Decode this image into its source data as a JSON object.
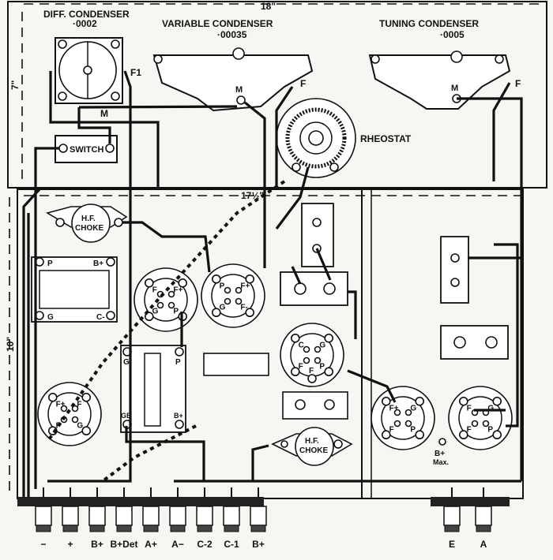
{
  "dimensions": {
    "panel_width": "18\"",
    "panel_height": "7\"",
    "baseboard_width": "17½\"",
    "baseboard_depth": "10\""
  },
  "components": {
    "diff_condenser": {
      "title": "DIFF. CONDENSER",
      "value": "·0002",
      "pin_f": "F1",
      "pin_m": "M"
    },
    "variable_condenser": {
      "title": "VARIABLE CONDENSER",
      "value": "·00035",
      "pin_m": "M",
      "pin_f": "F"
    },
    "tuning_condenser": {
      "title": "TUNING CONDENSER",
      "value": "·0005",
      "pin_m": "M",
      "pin_f": "F"
    },
    "switch": {
      "label": "SWITCH"
    },
    "rheostat": {
      "label": "RHEOSTAT"
    },
    "hf_choke_1": {
      "line1": "H.F.",
      "line2": "CHOKE"
    },
    "hf_choke_2": {
      "line1": "H.F.",
      "line2": "CHOKE"
    },
    "transformer_1": {
      "p": "P",
      "bplus": "B+",
      "g": "G",
      "cminus": "C-"
    },
    "transformer_2": {
      "g": "G",
      "p": "P",
      "gb": "GB",
      "bplus": "B+"
    },
    "valve_holders": [
      {
        "pins": [
          "F+",
          "F",
          "P",
          "G"
        ]
      },
      {
        "pins": [
          "F+",
          "P",
          "F-",
          "G"
        ]
      },
      {
        "pins": [
          "F",
          "F+",
          "G",
          "P"
        ]
      },
      {
        "pins": [
          "G",
          "C",
          "P",
          "F",
          "F"
        ]
      },
      {
        "pins": [
          "G",
          "F+",
          "P",
          "F"
        ]
      },
      {
        "pins": [
          "G",
          "F",
          "P",
          "F"
        ]
      }
    ],
    "bplus_max": {
      "line1": "B+",
      "line2": "Max."
    }
  },
  "terminals_left": [
    "−",
    "+",
    "B+",
    "B+Det",
    "A+",
    "A−",
    "C-2",
    "C-1",
    "B+"
  ],
  "terminals_right": [
    "E",
    "A"
  ]
}
